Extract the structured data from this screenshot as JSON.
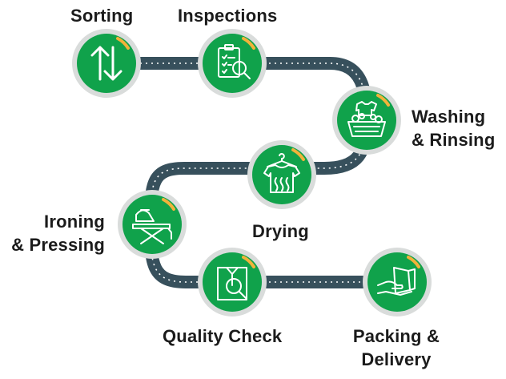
{
  "colors": {
    "road": "#37505c",
    "road_dash": "#ffffff",
    "circle_fill": "#10a24b",
    "ring": "#d9dcdb",
    "accent": "#f2b23a",
    "icon": "#ffffff",
    "text": "#1b1b1b"
  },
  "steps": [
    {
      "label_lines": [
        "Sorting"
      ],
      "icon": "up-down-arrows-icon"
    },
    {
      "label_lines": [
        "Inspections"
      ],
      "icon": "clipboard-magnifier-icon"
    },
    {
      "label_lines": [
        "Washing",
        "& Rinsing"
      ],
      "icon": "laundry-basket-icon"
    },
    {
      "label_lines": [
        "Drying"
      ],
      "icon": "shirt-hanger-icon"
    },
    {
      "label_lines": [
        "Ironing",
        "& Pressing"
      ],
      "icon": "ironing-board-icon"
    },
    {
      "label_lines": [
        "Quality Check"
      ],
      "icon": "shirt-magnifier-icon"
    },
    {
      "label_lines": [
        "Packing &",
        "Delivery"
      ],
      "icon": "package-hand-icon"
    }
  ]
}
